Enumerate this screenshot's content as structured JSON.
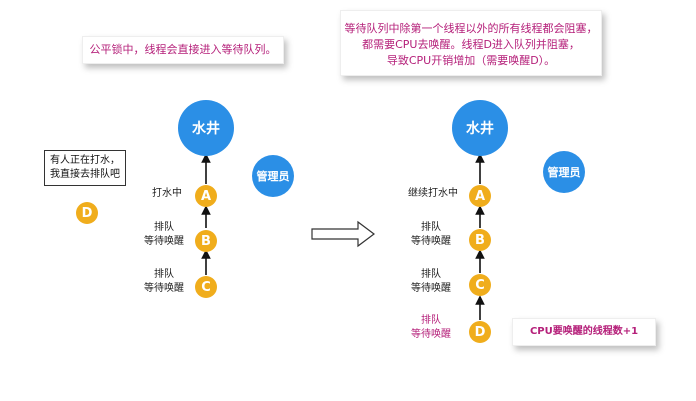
{
  "left": {
    "note": "公平锁中，线程会直接进入等待队列。",
    "well": "水井",
    "admin": "管理员",
    "bubble": [
      "有人正在打水，",
      "我直接去排队吧"
    ],
    "outside_node": "D",
    "nodes": [
      {
        "letter": "A",
        "label": [
          "打水中"
        ]
      },
      {
        "letter": "B",
        "label": [
          "排队",
          "等待唤醒"
        ]
      },
      {
        "letter": "C",
        "label": [
          "排队",
          "等待唤醒"
        ]
      }
    ]
  },
  "right": {
    "note": [
      "等待队列中除第一个线程以外的所有线程都会阻塞，",
      "都需要CPU去唤醒。线程D进入队列并阻塞，",
      "导致CPU开销增加（需要唤醒D）。"
    ],
    "well": "水井",
    "admin": "管理员",
    "nodes": [
      {
        "letter": "A",
        "label": [
          "继续打水中"
        ]
      },
      {
        "letter": "B",
        "label": [
          "排队",
          "等待唤醒"
        ]
      },
      {
        "letter": "C",
        "label": [
          "排队",
          "等待唤醒"
        ]
      },
      {
        "letter": "D",
        "label": [
          "排队",
          "等待唤醒"
        ]
      }
    ],
    "cpu_note": "CPU要唤醒的线程数+1"
  },
  "colors": {
    "well": "#2b8fe6",
    "node": "#f0ad1c",
    "accent_text": "#b5207a"
  }
}
